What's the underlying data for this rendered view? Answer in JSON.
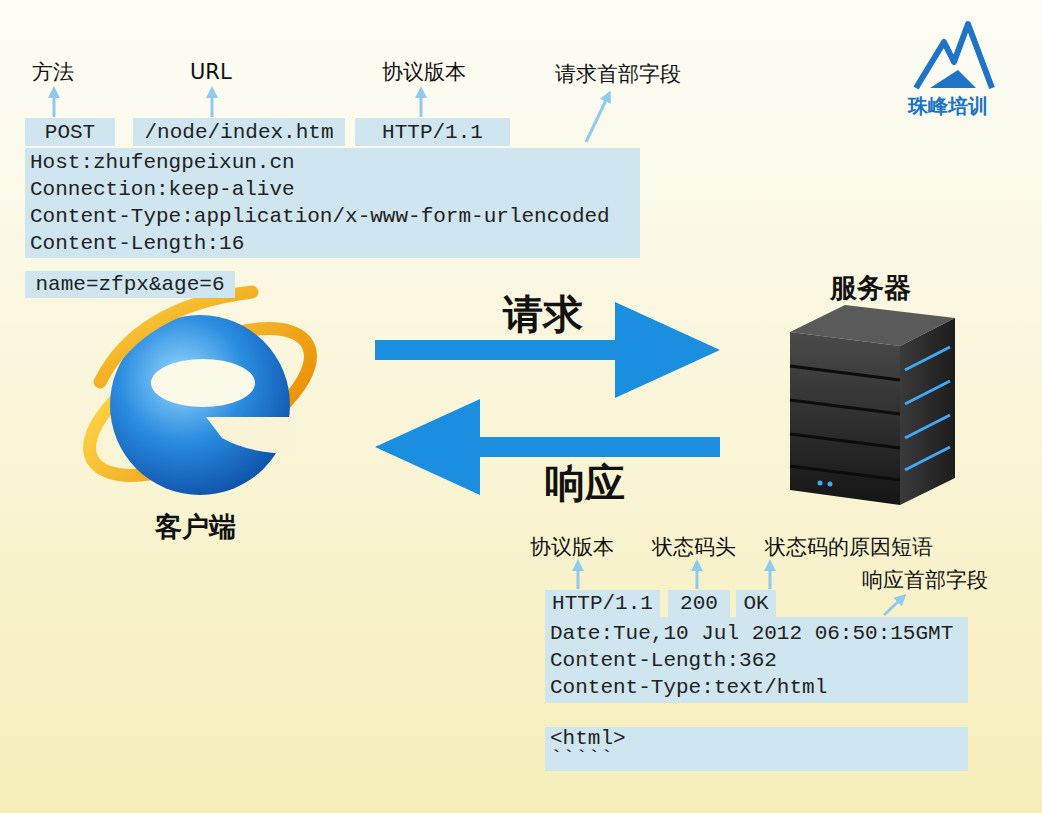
{
  "diagram": {
    "nodes": [
      {
        "text": [
          "POST"
        ]
      },
      {
        "text": [
          "/node/index.htm"
        ]
      },
      {
        "text": [
          "HTTP/1.1"
        ]
      },
      {
        "text": [
          "Host:zhufengpeixun.cn",
          "Connection:keep-alive",
          "Content-Type:application/x-www-form-urlencoded",
          "Content-Length:16"
        ]
      },
      {
        "text": [
          "name=zfpx&age=6"
        ]
      },
      {
        "text": [
          "客户端"
        ]
      },
      {
        "text": [
          "服务器"
        ]
      },
      {
        "text": [
          "HTTP/1.1"
        ]
      },
      {
        "text": [
          "200"
        ]
      },
      {
        "text": [
          "OK"
        ]
      },
      {
        "text": [
          "Date:Tue,10 Jul 2012 06:50:15GMT",
          "Content-Length:362",
          "Content-Type:text/html"
        ]
      },
      {
        "text": [
          "<html>",
          "`````"
        ]
      }
    ],
    "edges": [
      {
        "from": 5,
        "to": 6,
        "arrow": "to",
        "label": "请求"
      },
      {
        "from": 6,
        "to": 5,
        "arrow": "to",
        "label": "响应"
      }
    ],
    "labels": [
      "方法",
      "URL",
      "协议版本",
      "请求首部字段",
      "协议版本",
      "状态码头",
      "状态码的原因短语",
      "响应首部字段",
      "珠峰培训"
    ]
  }
}
